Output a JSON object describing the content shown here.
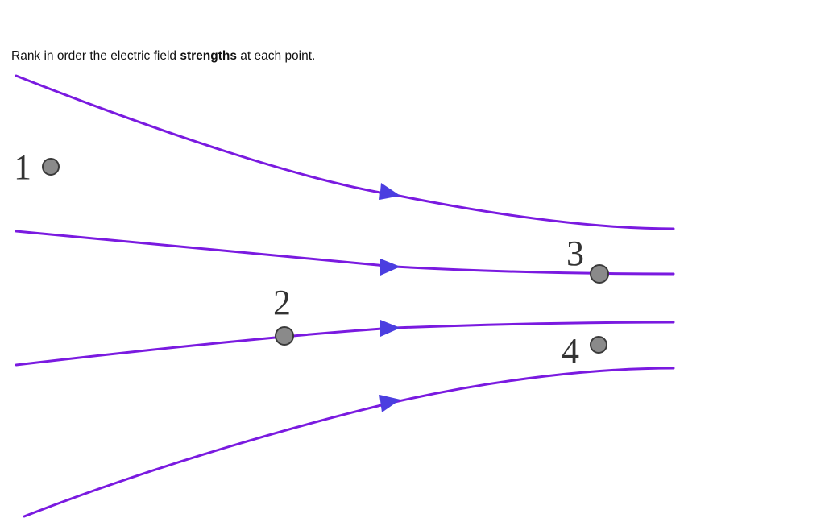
{
  "question": {
    "prefix": "Rank in order the electric field ",
    "emphasis": "strengths",
    "suffix": " at each point."
  },
  "points": [
    {
      "label": "1"
    },
    {
      "label": "2"
    },
    {
      "label": "3"
    },
    {
      "label": "4"
    }
  ],
  "colors": {
    "field_line": "#7a1ae0",
    "arrowhead": "#4b3ee0",
    "point_fill": "#8a8a8a",
    "point_stroke": "#3a3a3a",
    "label": "#333333"
  }
}
